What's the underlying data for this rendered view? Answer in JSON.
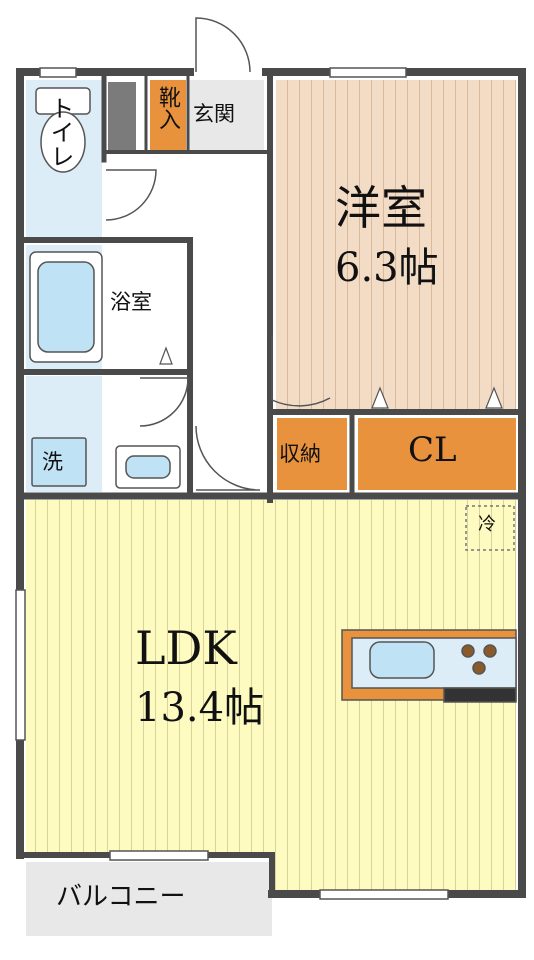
{
  "rooms": {
    "toilet": "トイレ",
    "shoe_storage": "靴入",
    "entrance": "玄関",
    "western_room": {
      "name": "洋室",
      "size": "6.3帖"
    },
    "bathroom": "浴室",
    "washer": "洗",
    "storage": "収納",
    "closet": "CL",
    "refrigerator": "冷",
    "ldk": {
      "name": "LDK",
      "size": "13.4帖"
    },
    "balcony": "バルコニー"
  },
  "colors": {
    "wall": "#4a4a4a",
    "ldk_floor": "#fdfbc0",
    "western_floor": "#f3dcc6",
    "wet_area": "#dcedf8",
    "storage_orange": "#e8923e",
    "entrance_gray": "#e8e8e8",
    "kitchen_counter": "#e8923e"
  }
}
